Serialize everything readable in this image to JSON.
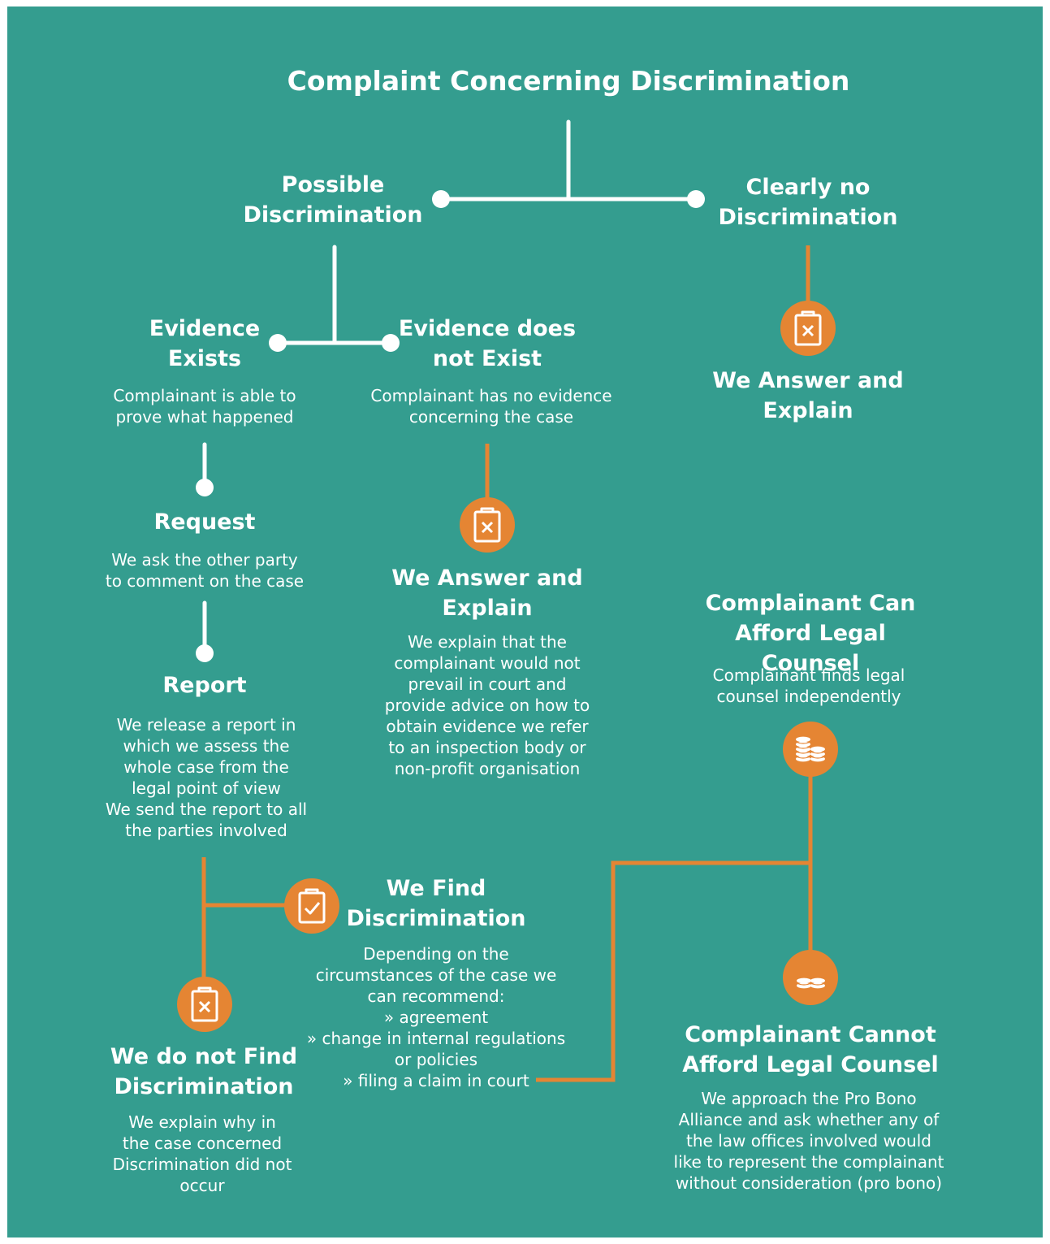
{
  "title": "Complaint Concerning Discrimination",
  "nodes": {
    "possible": {
      "heading": "Possible\nDiscrimination"
    },
    "clearly_no": {
      "heading": "Clearly no\nDiscrimination"
    },
    "evidence_exists": {
      "heading": "Evidence\nExists",
      "text": "Complainant is able to\nprove what happened"
    },
    "evidence_not": {
      "heading": "Evidence does\nnot Exist",
      "text": "Complainant has no evidence\nconcerning the case"
    },
    "answer_right": {
      "heading": "We Answer and\nExplain"
    },
    "request": {
      "heading": "Request",
      "text": "We ask the other party\nto comment on the case"
    },
    "answer_mid": {
      "heading": "We Answer and\nExplain",
      "text": "We explain that the\ncomplainant would not\nprevail in court and\nprovide advice on how to\nobtain evidence we refer\nto an inspection body or\nnon-profit organisation"
    },
    "can_afford": {
      "heading": "Complainant Can\nAfford Legal Counsel",
      "text": "Complainant finds legal\ncounsel independently"
    },
    "report": {
      "heading": "Report",
      "text": "We release a report in\nwhich we assess the\nwhole case from the\nlegal point of view\nWe send the report to all\nthe parties involved"
    },
    "find": {
      "heading": "We Find\nDiscrimination",
      "text": "Depending on the\ncircumstances of the case we\ncan recommend:\n» agreement\n» change in internal regulations\nor policies\n» filing a claim in court"
    },
    "not_find": {
      "heading": "We do not Find\nDiscrimination",
      "text": "We explain why in\nthe case concerned\nDiscrimination did not\noccur"
    },
    "cannot_afford": {
      "heading": "Complainant Cannot\nAfford Legal Counsel",
      "text": "We approach the Pro Bono\nAlliance and ask whether any of\nthe law offices involved would\nlike to represent the complainant\nwithout consideration (pro bono)"
    }
  },
  "icons": {
    "clipboard_x": "clipboard-x-icon",
    "clipboard_check": "clipboard-check-icon",
    "coins_many": "coins-stack-icon",
    "coins_few": "coins-icon"
  },
  "colors": {
    "background": "#349d8f",
    "text": "#ffffff",
    "accent": "#e58533"
  }
}
